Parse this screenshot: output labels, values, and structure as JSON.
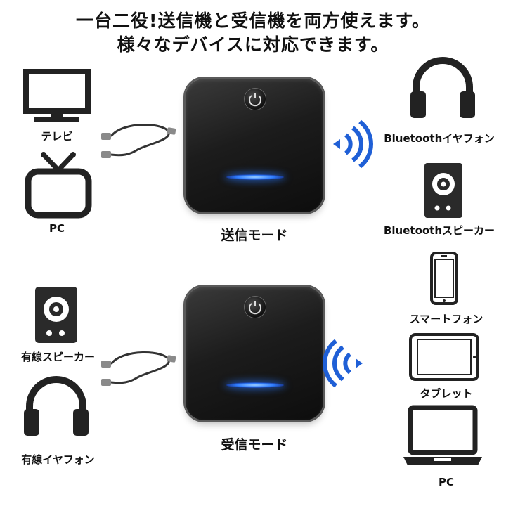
{
  "headline": {
    "line1": "一台二役!送信機と受信機を両方使えます。",
    "line2": "様々なデバイスに対応できます。"
  },
  "transmit_section": {
    "inputs": [
      {
        "label": "テレビ",
        "icon": "tv-icon"
      },
      {
        "label": "PC",
        "icon": "retro-tv-icon"
      }
    ],
    "mode_label": "送信モード",
    "outputs": [
      {
        "label": "Bluetoothイヤフォン",
        "icon": "headphones-icon"
      },
      {
        "label": "Bluetoothスピーカー",
        "icon": "speaker-icon"
      },
      {
        "label": "スマートフォン",
        "icon": "smartphone-icon"
      },
      {
        "label": "タブレット",
        "icon": "tablet-icon"
      },
      {
        "label": "PC",
        "icon": "laptop-icon"
      }
    ]
  },
  "receive_section": {
    "inputs": [
      {
        "label": "有線スピーカー",
        "icon": "speaker-icon"
      },
      {
        "label": "有線イヤフォン",
        "icon": "headphones-icon"
      }
    ],
    "mode_label": "受信モード"
  },
  "colors": {
    "wave": "#1f5fd6",
    "led": "#2f7dff",
    "icon": "#222222",
    "text": "#111111"
  }
}
